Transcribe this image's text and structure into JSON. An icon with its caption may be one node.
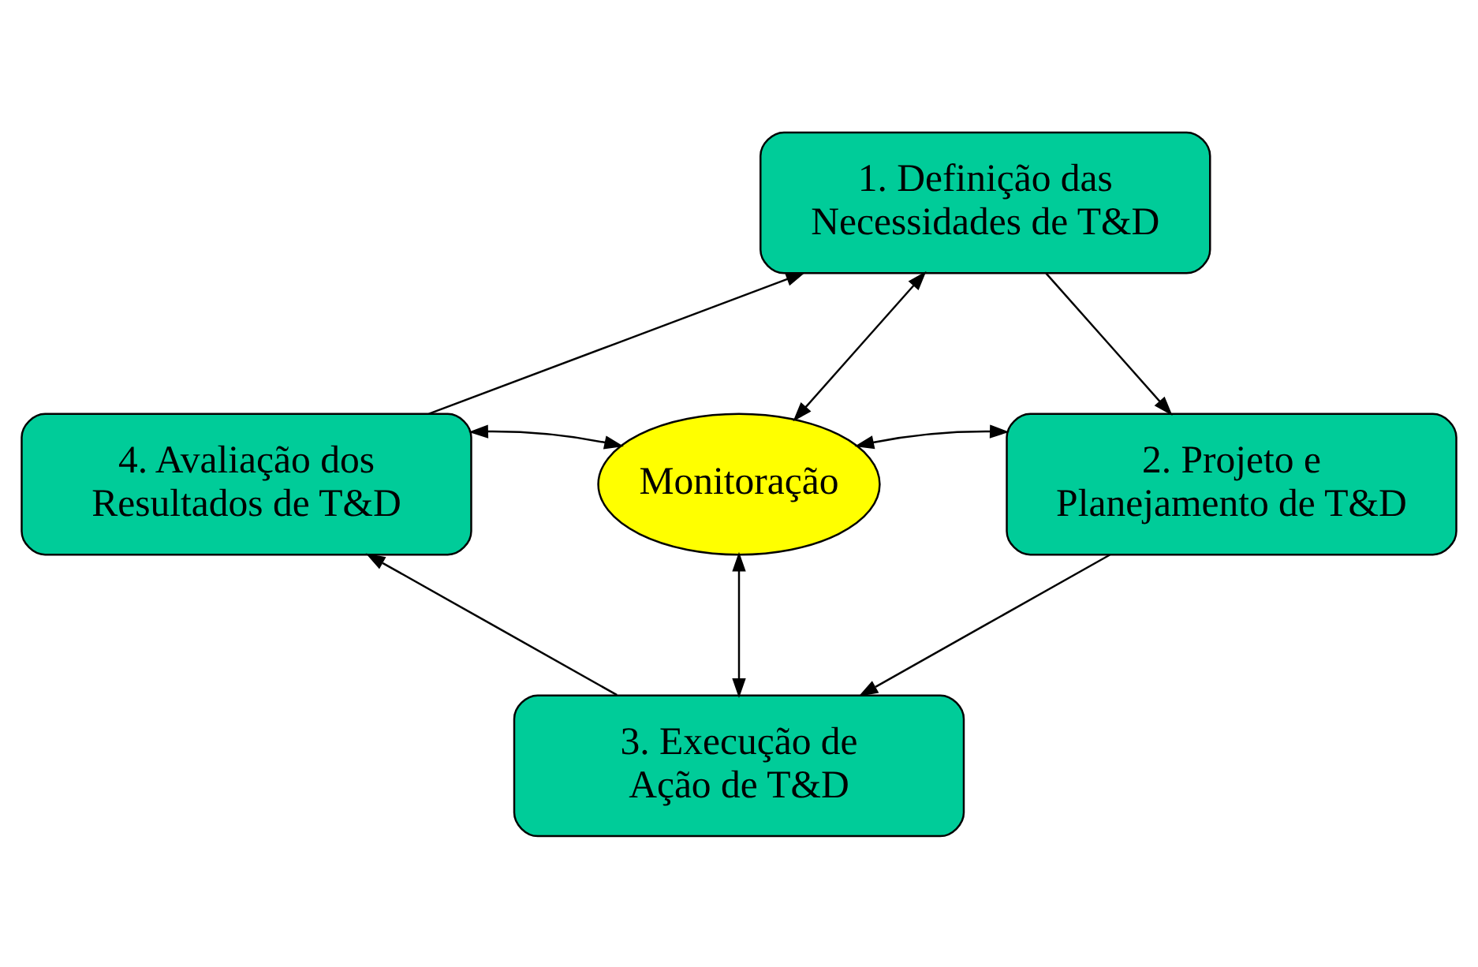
{
  "diagram": {
    "nodes": [
      {
        "text": [
          "1. Definição das Necessidades de T&D"
        ]
      },
      {
        "text": [
          "4. Avaliação dos Resultados de T&D"
        ]
      },
      {
        "text": [
          "Monitoração"
        ]
      },
      {
        "text": [
          "2. Projeto e Planejamento de T&D"
        ]
      },
      {
        "text": [
          "3. Execução de Ação de T&D"
        ]
      }
    ],
    "edges": [
      {
        "from": 0,
        "to": 3,
        "arrow": "to"
      },
      {
        "from": 3,
        "to": 4,
        "arrow": "to"
      },
      {
        "from": 4,
        "to": 1,
        "arrow": "to"
      },
      {
        "from": 1,
        "to": 0,
        "arrow": "to"
      },
      {
        "from": 2,
        "to": 0,
        "arrow": "both"
      },
      {
        "from": 2,
        "to": 1,
        "arrow": "both"
      },
      {
        "from": 2,
        "to": 3,
        "arrow": "both"
      },
      {
        "from": 2,
        "to": 4,
        "arrow": "both"
      }
    ]
  }
}
